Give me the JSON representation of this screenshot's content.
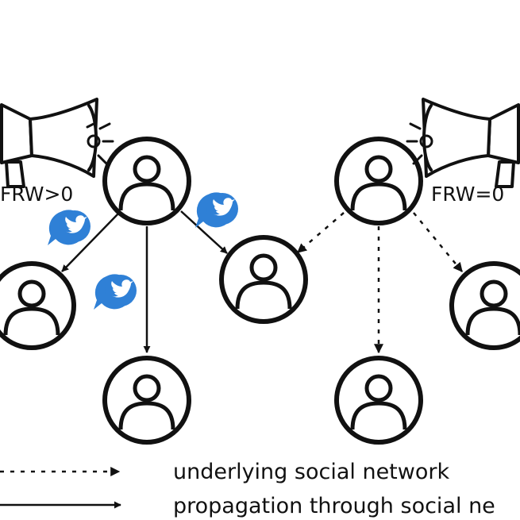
{
  "labels": {
    "left_speaker": "FRW>0",
    "right_speaker": "FRW=0"
  },
  "legend": {
    "dotted": "underlying social network",
    "solid": "propagation through social ne"
  },
  "colors": {
    "stroke": "#111111",
    "tweet_bubble": "#2f80d6",
    "background": "#ffffff"
  },
  "icons": {
    "user": "user-circle-icon",
    "megaphone": "megaphone-icon",
    "tweet": "twitter-bubble-icon"
  }
}
